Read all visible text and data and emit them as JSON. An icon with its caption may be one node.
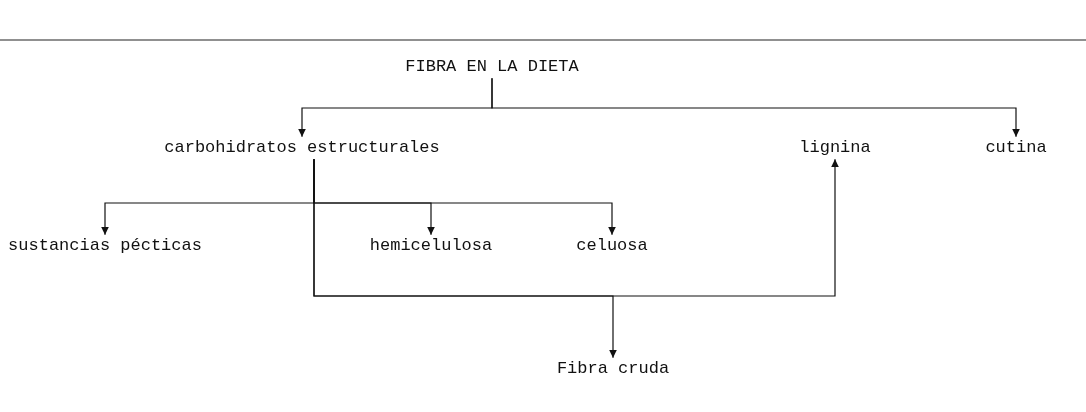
{
  "diagram": {
    "nodes": [
      {
        "text": [
          "FIBRA EN LA DIETA"
        ]
      },
      {
        "text": [
          "carbohidratos estructurales"
        ]
      },
      {
        "text": [
          "lignina"
        ]
      },
      {
        "text": [
          "cutina"
        ]
      },
      {
        "text": [
          "sustancias pécticas"
        ]
      },
      {
        "text": [
          "hemicelulosa"
        ]
      },
      {
        "text": [
          "celuosa"
        ]
      },
      {
        "text": [
          "Fibra cruda"
        ]
      }
    ],
    "edges": [
      {
        "from": 0,
        "to": 1,
        "arrow": "to"
      },
      {
        "from": 0,
        "to": 3,
        "arrow": "to"
      },
      {
        "from": 1,
        "to": 4,
        "arrow": "to"
      },
      {
        "from": 1,
        "to": 5,
        "arrow": "to"
      },
      {
        "from": 1,
        "to": 6,
        "arrow": "to"
      },
      {
        "from": 1,
        "to": 2,
        "arrow": "to"
      },
      {
        "from": 1,
        "to": 7,
        "arrow": "to"
      }
    ]
  }
}
